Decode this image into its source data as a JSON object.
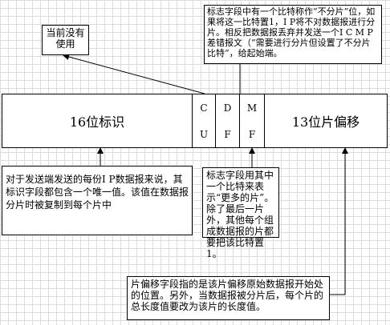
{
  "notes": {
    "unused": "当前没有使用",
    "flag_top": "标志字段中有一个比特称作“不分片”位，如果将这一比特置1，I P将不对数据报进行分片。相反把数据报丢弃并发送一个I C M P差错报文（“需要进行分片但设置了不分片比特”，给起始端。",
    "identifier_desc": "对于发送端发送的每份I P数据报来说，其标识字段都包含一个唯一值。该值在数据报分片时被复制到每个片中",
    "flag_bottom": "标志字段用其中一个比特来表示“更多的片”。除了最后一片外，其他每个组成数据报的片都要把该比特置1。",
    "offset_desc": "片偏移字段指的是该片偏移原始数据报开始处的位置。另外，当数据报被分片后，每个片的总长度值要改为该片的长度值。"
  },
  "fields": {
    "identifier": "16位标识",
    "bit0": "",
    "df_top": "D",
    "df_bottom": "F",
    "mf_top": "M",
    "mf_bottom": "F",
    "cu_top": "C",
    "cu_bottom": "U",
    "offset": "13位片偏移"
  }
}
